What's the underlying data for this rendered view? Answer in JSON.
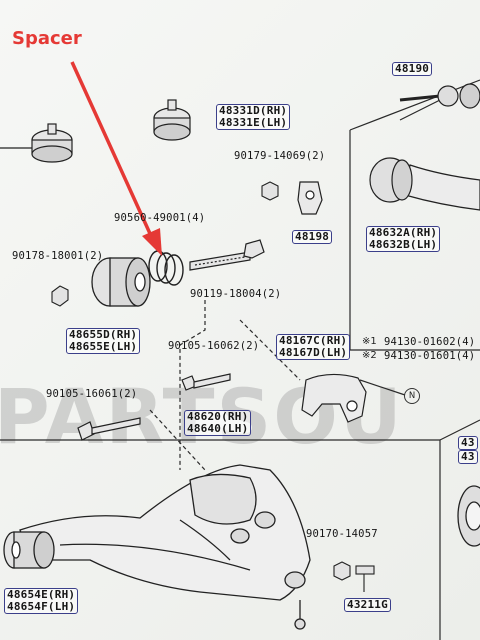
{
  "annotation": {
    "label": "Spacer",
    "color": "#e53935"
  },
  "watermark": {
    "text": "PARTSOU"
  },
  "part_labels": {
    "p48190": "48190",
    "p48331": [
      "48331D(RH)",
      "48331E(LH)"
    ],
    "p90179": "90179-14069(2)",
    "p48632": [
      "48632A(RH)",
      "48632B(LH)"
    ],
    "p48198": "48198",
    "p90560": "90560-49001(4)",
    "p90178": "90178-18001(2)",
    "p90119": "90119-18004(2)",
    "p48655": [
      "48655D(RH)",
      "48655E(LH)"
    ],
    "p90105a": "90105-16062(2)",
    "p48167": [
      "48167C(RH)",
      "48167D(LH)"
    ],
    "p94130a": "94130-01602(4)",
    "p94130b": "94130-01601(4)",
    "p90105b": "90105-16061(2)",
    "p48620": [
      "48620(RH)",
      "48640(LH)"
    ],
    "p90170": "90170-14057",
    "p48654": [
      "48654E(RH)",
      "48654F(LH)"
    ],
    "p43211": "43211G",
    "p43x1": "43",
    "p43x2": "43"
  },
  "markers": {
    "m1": "※1",
    "m2": "※2",
    "n": "N"
  },
  "colors": {
    "label_border": "#3b3f8a",
    "line": "#2a2a2a"
  }
}
